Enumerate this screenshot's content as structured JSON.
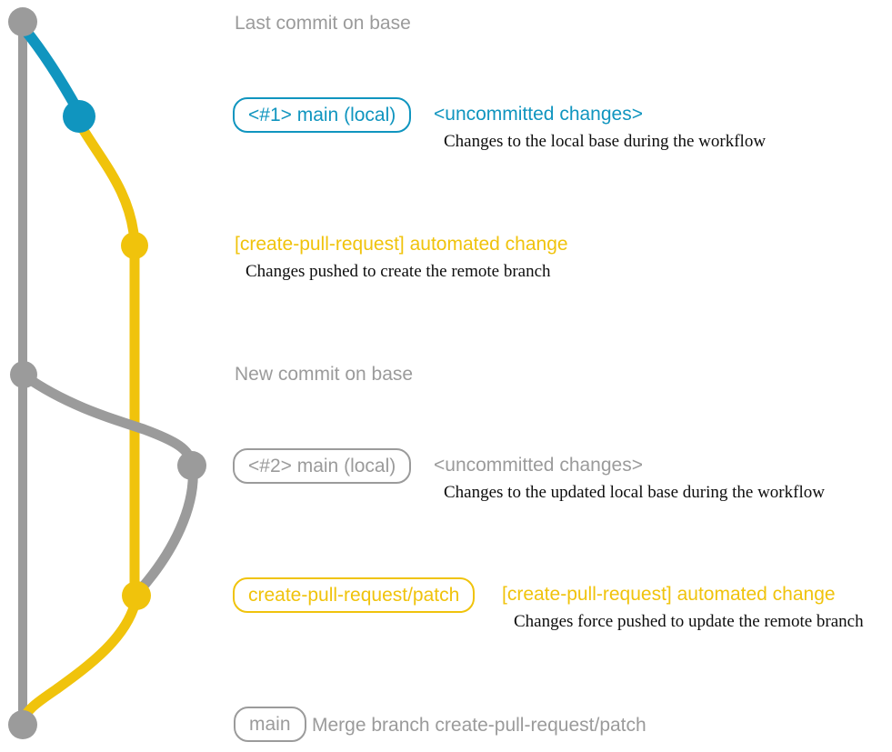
{
  "colors": {
    "bg": "#ffffff",
    "gray": "#9b9b9b",
    "blue": "#1095bf",
    "yellow": "#f0c30c",
    "ink": "#0d0d0d"
  },
  "graph": {
    "commits": [
      {
        "id": "last-commit-on-base",
        "color": "gray"
      },
      {
        "id": "local-main-1",
        "color": "blue"
      },
      {
        "id": "automated-change-1",
        "color": "yellow"
      },
      {
        "id": "new-commit-on-base",
        "color": "gray"
      },
      {
        "id": "local-main-2",
        "color": "gray"
      },
      {
        "id": "automated-change-2",
        "color": "yellow"
      },
      {
        "id": "merge-commit",
        "color": "gray"
      }
    ]
  },
  "annotations": {
    "last_commit_on_base": "Last commit on base",
    "row1": {
      "badge": "<#1> main (local)",
      "note": "<uncommitted changes>",
      "desc": "Changes to the local base during the workflow"
    },
    "row2": {
      "label": "[create-pull-request] automated change",
      "desc": "Changes pushed to create the remote branch"
    },
    "new_commit_on_base": "New commit on base",
    "row3": {
      "badge": "<#2> main (local)",
      "note": "<uncommitted changes>",
      "desc": "Changes to the updated local base during the workflow"
    },
    "row4": {
      "badge": "create-pull-request/patch",
      "label": "[create-pull-request] automated change",
      "desc": "Changes force pushed to update the remote branch"
    },
    "row5": {
      "badge": "main",
      "label": "Merge branch create-pull-request/patch"
    }
  }
}
